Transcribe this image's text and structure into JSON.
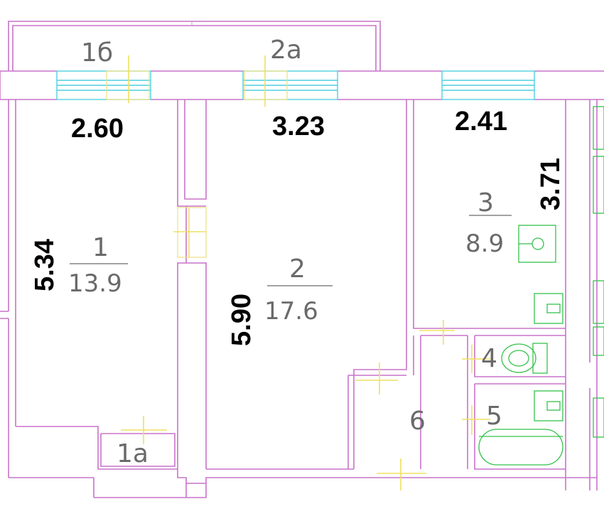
{
  "balconies": [
    {
      "id": "balcony-1b",
      "label": "1б"
    },
    {
      "id": "balcony-2a",
      "label": "2а"
    }
  ],
  "dimensions": {
    "room1_width": "2.60",
    "room2_width": "3.23",
    "room3_width": "2.41",
    "room3_depth": "3.71",
    "room1_depth": "5.34",
    "room2_depth": "5.90"
  },
  "rooms": [
    {
      "number": "1",
      "area": "13.9"
    },
    {
      "number": "2",
      "area": "17.6"
    },
    {
      "number": "3",
      "area": "8.9"
    },
    {
      "number": "4",
      "area": ""
    },
    {
      "number": "5",
      "area": ""
    },
    {
      "number": "6",
      "area": ""
    }
  ],
  "storage": {
    "label": "1а"
  },
  "colors": {
    "walls": "#c873c8",
    "windows": "#4fd1e0",
    "doors": "#efe28a",
    "fixtures": "#33c24a",
    "dimension_text": "#000000",
    "room_text": "#6a6a6a"
  }
}
